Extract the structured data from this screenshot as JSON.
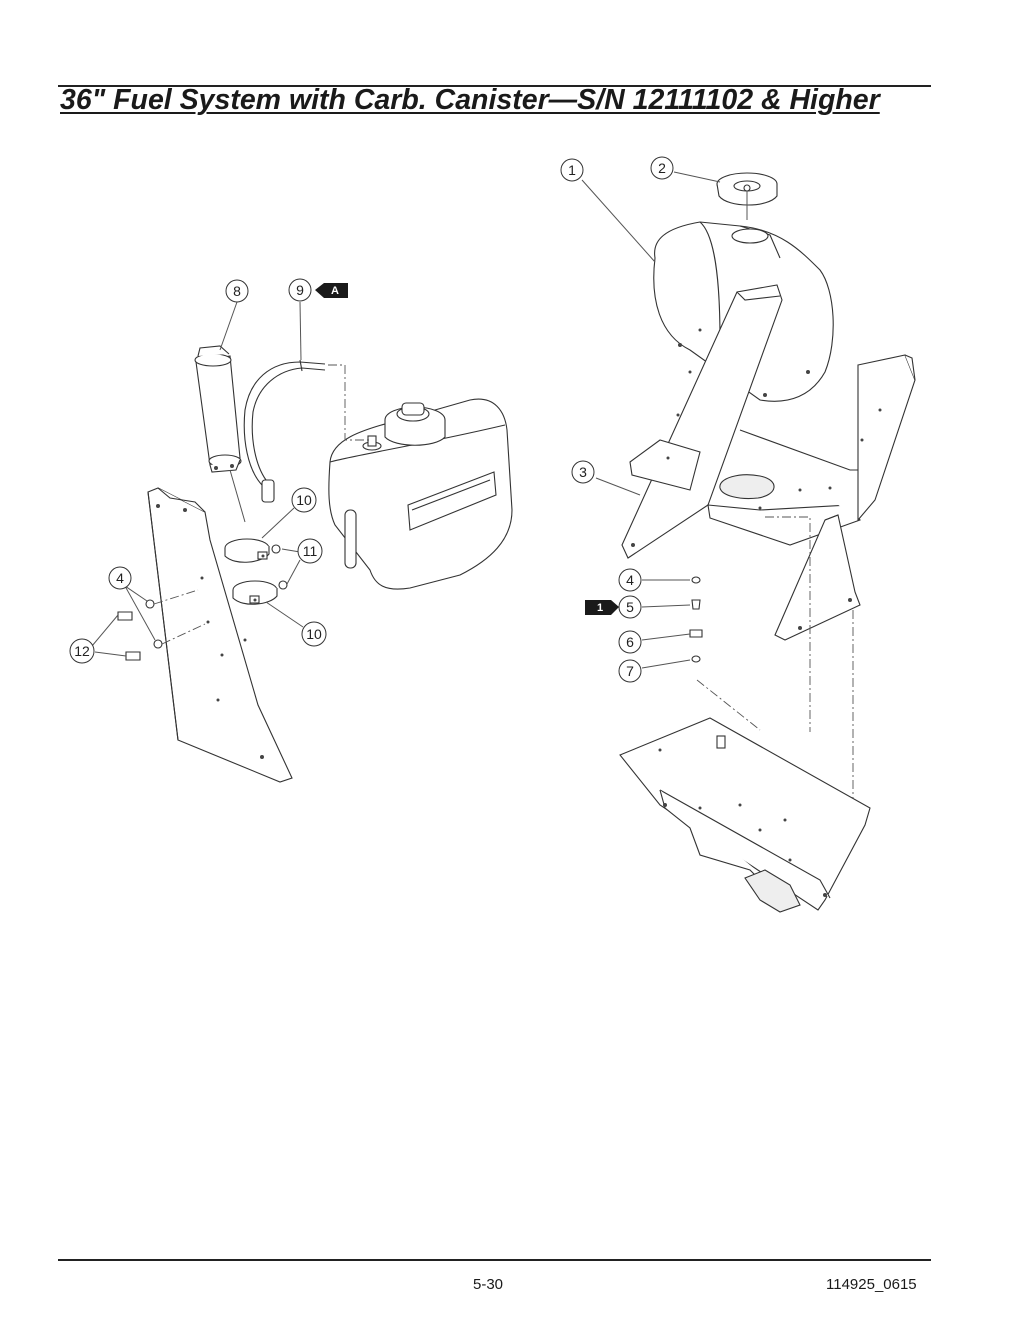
{
  "page": {
    "title": "36\" Fuel System with Carb. Canister—S/N 12111102 & Higher",
    "page_number": "5-30",
    "doc_code": "114925_0615"
  },
  "callouts": [
    {
      "id": "c1",
      "label": "1"
    },
    {
      "id": "c2",
      "label": "2"
    },
    {
      "id": "c3",
      "label": "3"
    },
    {
      "id": "c4a",
      "label": "4"
    },
    {
      "id": "c4b",
      "label": "4"
    },
    {
      "id": "c5",
      "label": "5"
    },
    {
      "id": "c6",
      "label": "6"
    },
    {
      "id": "c7",
      "label": "7"
    },
    {
      "id": "c8",
      "label": "8"
    },
    {
      "id": "c9",
      "label": "9"
    },
    {
      "id": "c10a",
      "label": "10"
    },
    {
      "id": "c10b",
      "label": "10"
    },
    {
      "id": "c11",
      "label": "11"
    },
    {
      "id": "c12",
      "label": "12"
    }
  ],
  "flags": [
    {
      "id": "fA",
      "label": "A"
    },
    {
      "id": "f1",
      "label": "1"
    }
  ]
}
